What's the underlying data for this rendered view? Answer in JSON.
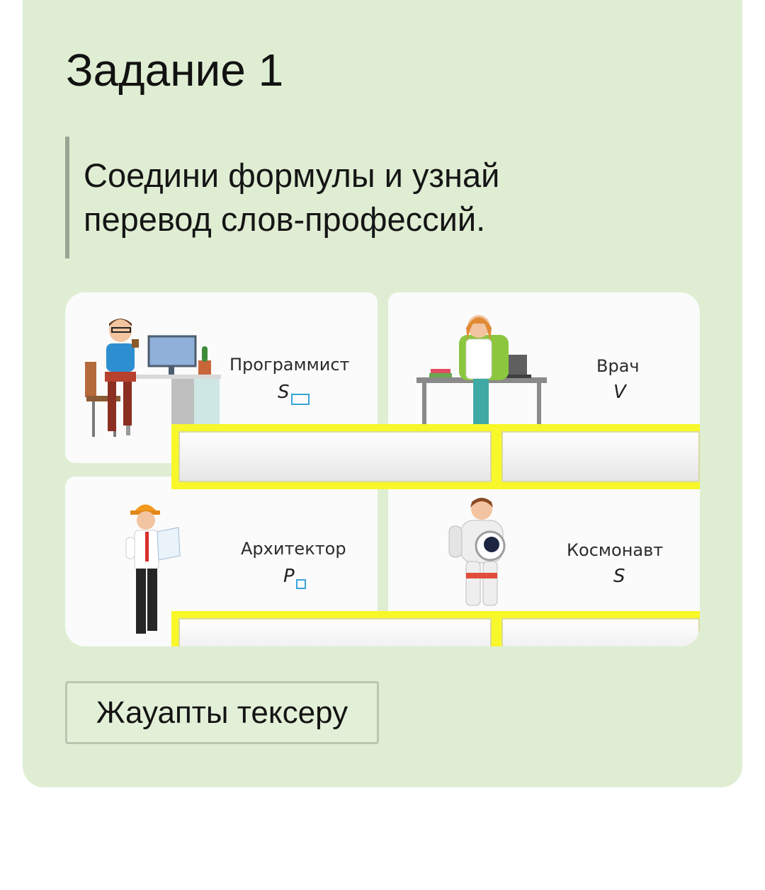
{
  "task": {
    "title": "Задание 1",
    "instruction_line1": "Соедини формулы и узнай",
    "instruction_line2": "перевод слов-профессий."
  },
  "cards": [
    {
      "label": "Программист",
      "formula": "S",
      "icon": "programmer-illustration"
    },
    {
      "label": "Врач",
      "formula": "V",
      "icon": "doctor-illustration"
    },
    {
      "label": "Архитектор",
      "formula": "P",
      "icon": "architect-illustration"
    },
    {
      "label": "Космонавт",
      "formula": "S",
      "icon": "astronaut-illustration"
    }
  ],
  "check_button": {
    "label": "Жауапты тексеру"
  },
  "colors": {
    "card_background": "#dfeed3",
    "slot_border": "#f7f72a",
    "formula_box": "#38a4d8"
  }
}
